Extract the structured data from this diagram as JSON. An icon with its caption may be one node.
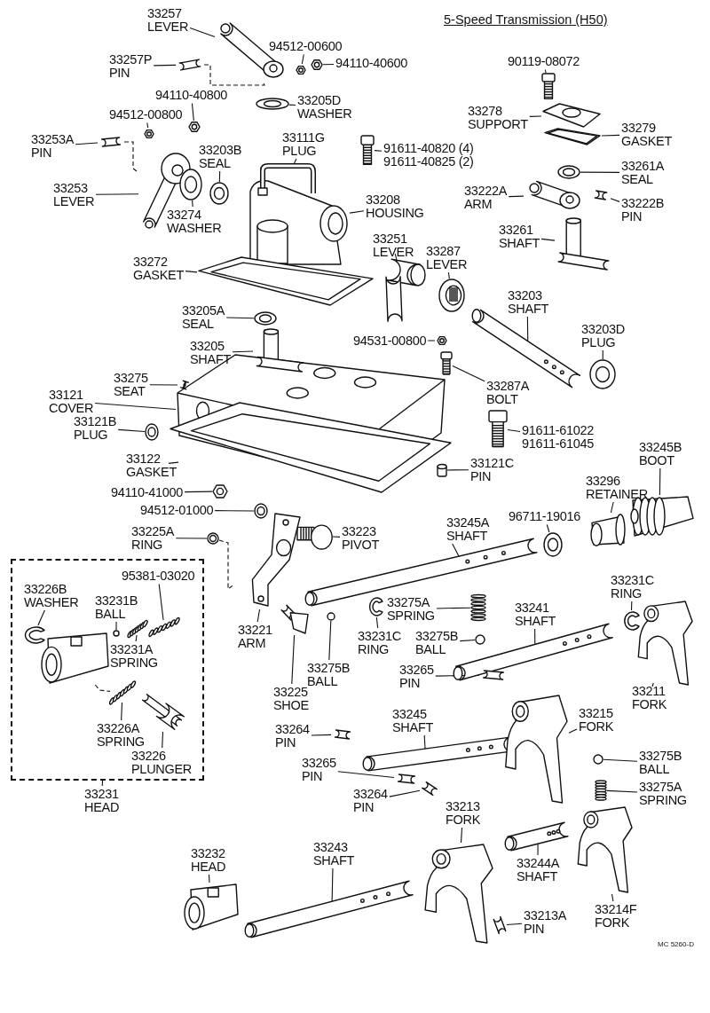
{
  "diagram": {
    "title": "5-Speed Transmission (H50)",
    "nodes": [
      {
        "text": [
          "33257",
          "LEVER"
        ]
      },
      {
        "text": [],
        "shape": "picture"
      },
      {
        "text": [
          "94512-00600"
        ]
      },
      {
        "text": [],
        "shape": "picture"
      },
      {
        "text": [
          "94110-40600"
        ]
      },
      {
        "text": [],
        "shape": "picture"
      },
      {
        "text": [
          "33257P",
          "PIN"
        ]
      },
      {
        "text": [],
        "shape": "picture"
      },
      {
        "text": [
          "94110-40800"
        ]
      },
      {
        "text": [],
        "shape": "picture"
      },
      {
        "text": [
          "33205D",
          "WASHER"
        ]
      },
      {
        "text": [],
        "shape": "picture"
      },
      {
        "text": [
          "94512-00800"
        ]
      },
      {
        "text": [],
        "shape": "picture"
      },
      {
        "text": [
          "33253A",
          "PIN"
        ]
      },
      {
        "text": [],
        "shape": "picture"
      },
      {
        "text": [
          "33111G",
          "PLUG"
        ]
      },
      {
        "text": [],
        "shape": "picture"
      },
      {
        "text": [
          "33203B",
          "SEAL"
        ]
      },
      {
        "text": [],
        "shape": "picture"
      },
      {
        "text": [
          "33253",
          "LEVER"
        ]
      },
      {
        "text": [],
        "shape": "picture"
      },
      {
        "text": [
          "33274",
          "WASHER"
        ]
      },
      {
        "text": [],
        "shape": "picture"
      },
      {
        "text": [
          "33208",
          "HOUSING"
        ]
      },
      {
        "text": [],
        "shape": "picture"
      },
      {
        "text": [
          "91611-40820 (4)",
          "91611-40825 (2)"
        ]
      },
      {
        "text": [],
        "shape": "picture"
      },
      {
        "text": [
          "33272",
          "GASKET"
        ]
      },
      {
        "text": [],
        "shape": "picture"
      },
      {
        "text": [
          "90119-08072"
        ]
      },
      {
        "text": [],
        "shape": "picture"
      },
      {
        "text": [
          "33278",
          "SUPPORT"
        ]
      },
      {
        "text": [],
        "shape": "picture"
      },
      {
        "text": [
          "33279",
          "GASKET"
        ]
      },
      {
        "text": [],
        "shape": "picture"
      },
      {
        "text": [
          "33261A",
          "SEAL"
        ]
      },
      {
        "text": [],
        "shape": "picture"
      },
      {
        "text": [
          "33222A",
          "ARM"
        ]
      },
      {
        "text": [],
        "shape": "picture"
      },
      {
        "text": [
          "33222B",
          "PIN"
        ]
      },
      {
        "text": [],
        "shape": "picture"
      },
      {
        "text": [
          "33261",
          "SHAFT"
        ]
      },
      {
        "text": [],
        "shape": "picture"
      },
      {
        "text": [
          "33251",
          "LEVER"
        ]
      },
      {
        "text": [],
        "shape": "picture"
      },
      {
        "text": [
          "33287",
          "LEVER"
        ]
      },
      {
        "text": [],
        "shape": "picture"
      },
      {
        "text": [
          "33203",
          "SHAFT"
        ]
      },
      {
        "text": [],
        "shape": "picture"
      },
      {
        "text": [
          "33203D",
          "PLUG"
        ]
      },
      {
        "text": [],
        "shape": "picture"
      },
      {
        "text": [
          "33205A",
          "SEAL"
        ]
      },
      {
        "text": [],
        "shape": "picture"
      },
      {
        "text": [
          "94531-00800"
        ]
      },
      {
        "text": [],
        "shape": "picture"
      },
      {
        "text": [
          "33205",
          "SHAFT"
        ]
      },
      {
        "text": [],
        "shape": "picture"
      },
      {
        "text": [
          "33287A",
          "BOLT"
        ]
      },
      {
        "text": [],
        "shape": "picture"
      },
      {
        "text": [
          "33275",
          "SEAT"
        ]
      },
      {
        "text": [],
        "shape": "picture"
      },
      {
        "text": [
          "33121",
          "COVER"
        ]
      },
      {
        "text": [],
        "shape": "picture"
      },
      {
        "text": [
          "33121B",
          "PLUG"
        ]
      },
      {
        "text": [],
        "shape": "picture"
      },
      {
        "text": [
          "91611-61022",
          "91611-61045"
        ]
      },
      {
        "text": [],
        "shape": "picture"
      },
      {
        "text": [
          "33122",
          "GASKET"
        ]
      },
      {
        "text": [],
        "shape": "picture"
      },
      {
        "text": [
          "33121C",
          "PIN"
        ]
      },
      {
        "text": [],
        "shape": "cylinder"
      },
      {
        "text": [
          "94110-41000"
        ]
      },
      {
        "text": [],
        "shape": "picture"
      },
      {
        "text": [
          "33245B",
          "BOOT"
        ]
      },
      {
        "text": [],
        "shape": "picture"
      },
      {
        "text": [
          "33296",
          "RETAINER"
        ]
      },
      {
        "text": [],
        "shape": "picture"
      },
      {
        "text": [
          "94512-01000"
        ]
      },
      {
        "text": [],
        "shape": "picture"
      },
      {
        "text": [
          "33245A",
          "SHAFT"
        ]
      },
      {
        "text": [],
        "shape": "picture"
      },
      {
        "text": [
          "96711-19016"
        ]
      },
      {
        "text": [],
        "shape": "picture"
      },
      {
        "text": [
          "33225A",
          "RING"
        ]
      },
      {
        "text": [],
        "shape": "picture"
      },
      {
        "text": [
          "33223",
          "PIVOT"
        ]
      },
      {
        "text": [],
        "shape": "picture"
      },
      {
        "text": [
          "33231",
          "HEAD"
        ]
      },
      {
        "text": [],
        "shape": "box"
      },
      {
        "text": [
          "95381-03020"
        ],
        "in": 89
      },
      {
        "text": [],
        "shape": "picture",
        "in": 89
      },
      {
        "text": [
          "33226B",
          "WASHER"
        ],
        "in": 89
      },
      {
        "text": [],
        "shape": "picture",
        "in": 89
      },
      {
        "text": [
          "33231B",
          "BALL"
        ],
        "in": 89
      },
      {
        "text": [],
        "shape": "circle",
        "in": 89
      },
      {
        "text": [
          "33231A",
          "SPRING"
        ],
        "in": 89
      },
      {
        "text": [],
        "shape": "picture",
        "in": 89
      },
      {
        "text": [
          "33226A",
          "SPRING"
        ],
        "in": 89
      },
      {
        "text": [],
        "shape": "picture",
        "in": 89
      },
      {
        "text": [
          "33226",
          "PLUNGER"
        ],
        "in": 89
      },
      {
        "text": [],
        "shape": "picture",
        "in": 89
      },
      {
        "text": [],
        "shape": "picture",
        "in": 89
      },
      {
        "text": [
          "33221",
          "ARM"
        ]
      },
      {
        "text": [],
        "shape": "picture"
      },
      {
        "text": [
          "33225",
          "SHOE"
        ]
      },
      {
        "text": [],
        "shape": "picture"
      },
      {
        "text": [
          "33275B",
          "BALL"
        ]
      },
      {
        "text": [],
        "shape": "circle"
      },
      {
        "text": [
          "33275A",
          "SPRING"
        ]
      },
      {
        "text": [],
        "shape": "picture"
      },
      {
        "text": [
          "33231C",
          "RING"
        ]
      },
      {
        "text": [],
        "shape": "picture"
      },
      {
        "text": [
          "33275B",
          "BALL"
        ]
      },
      {
        "text": [],
        "shape": "circle"
      },
      {
        "text": [
          "33241",
          "SHAFT"
        ]
      },
      {
        "text": [],
        "shape": "picture"
      },
      {
        "text": [
          "33231C",
          "RING"
        ]
      },
      {
        "text": [],
        "shape": "picture"
      },
      {
        "text": [
          "33265",
          "PIN"
        ]
      },
      {
        "text": [],
        "shape": "picture"
      },
      {
        "text": [
          "33211",
          "FORK"
        ]
      },
      {
        "text": [],
        "shape": "picture"
      },
      {
        "text": [
          "33245",
          "SHAFT"
        ]
      },
      {
        "text": [],
        "shape": "picture"
      },
      {
        "text": [
          "33215",
          "FORK"
        ]
      },
      {
        "text": [],
        "shape": "picture"
      },
      {
        "text": [
          "33264",
          "PIN"
        ]
      },
      {
        "text": [],
        "shape": "picture"
      },
      {
        "text": [
          "33265",
          "PIN"
        ]
      },
      {
        "text": [],
        "shape": "picture"
      },
      {
        "text": [
          "33275B",
          "BALL"
        ]
      },
      {
        "text": [],
        "shape": "circle"
      },
      {
        "text": [
          "33264",
          "PIN"
        ]
      },
      {
        "text": [],
        "shape": "picture"
      },
      {
        "text": [
          "33275A",
          "SPRING"
        ]
      },
      {
        "text": [],
        "shape": "picture"
      },
      {
        "text": [
          "33213",
          "FORK"
        ]
      },
      {
        "text": [],
        "shape": "picture"
      },
      {
        "text": [
          "33232",
          "HEAD"
        ]
      },
      {
        "text": [],
        "shape": "picture"
      },
      {
        "text": [
          "33243",
          "SHAFT"
        ]
      },
      {
        "text": [],
        "shape": "picture"
      },
      {
        "text": [
          "33244A",
          "SHAFT"
        ]
      },
      {
        "text": [],
        "shape": "picture"
      },
      {
        "text": [
          "33214F",
          "FORK"
        ]
      },
      {
        "text": [],
        "shape": "picture"
      },
      {
        "text": [
          "33213A",
          "PIN"
        ]
      },
      {
        "text": [],
        "shape": "picture"
      }
    ],
    "edges": [
      {
        "from": 0,
        "to": 1,
        "arrow": "none"
      },
      {
        "from": 2,
        "to": 3,
        "arrow": "none"
      },
      {
        "from": 4,
        "to": 5,
        "arrow": "none"
      },
      {
        "from": 6,
        "to": 7,
        "arrow": "none"
      },
      {
        "from": 8,
        "to": 9,
        "arrow": "none"
      },
      {
        "from": 10,
        "to": 11,
        "arrow": "none"
      },
      {
        "from": 12,
        "to": 13,
        "arrow": "none"
      },
      {
        "from": 14,
        "to": 15,
        "arrow": "none"
      },
      {
        "from": 16,
        "to": 17,
        "arrow": "none"
      },
      {
        "from": 18,
        "to": 19,
        "arrow": "none"
      },
      {
        "from": 20,
        "to": 21,
        "arrow": "none"
      },
      {
        "from": 22,
        "to": 23,
        "arrow": "none"
      },
      {
        "from": 24,
        "to": 25,
        "arrow": "none"
      },
      {
        "from": 26,
        "to": 27,
        "arrow": "none"
      },
      {
        "from": 28,
        "to": 29,
        "arrow": "none"
      },
      {
        "from": 30,
        "to": 31,
        "arrow": "none"
      },
      {
        "from": 32,
        "to": 33,
        "arrow": "none"
      },
      {
        "from": 34,
        "to": 35,
        "arrow": "none"
      },
      {
        "from": 36,
        "to": 37,
        "arrow": "none"
      },
      {
        "from": 38,
        "to": 39,
        "arrow": "none"
      },
      {
        "from": 40,
        "to": 41,
        "arrow": "none"
      },
      {
        "from": 42,
        "to": 43,
        "arrow": "none"
      },
      {
        "from": 44,
        "to": 45,
        "arrow": "none"
      },
      {
        "from": 46,
        "to": 47,
        "arrow": "none"
      },
      {
        "from": 48,
        "to": 49,
        "arrow": "none"
      },
      {
        "from": 50,
        "to": 51,
        "arrow": "none"
      },
      {
        "from": 52,
        "to": 53,
        "arrow": "none"
      },
      {
        "from": 54,
        "to": 55,
        "arrow": "none"
      },
      {
        "from": 56,
        "to": 57,
        "arrow": "none"
      },
      {
        "from": 58,
        "to": 59,
        "arrow": "none"
      },
      {
        "from": 60,
        "to": 61,
        "arrow": "none"
      },
      {
        "from": 62,
        "to": 63,
        "arrow": "none"
      },
      {
        "from": 64,
        "to": 65,
        "arrow": "none"
      },
      {
        "from": 66,
        "to": 67,
        "arrow": "none"
      },
      {
        "from": 68,
        "to": 69,
        "arrow": "none"
      },
      {
        "from": 70,
        "to": 71,
        "arrow": "none"
      },
      {
        "from": 72,
        "to": 73,
        "arrow": "none"
      },
      {
        "from": 74,
        "to": 75,
        "arrow": "none"
      },
      {
        "from": 76,
        "to": 77,
        "arrow": "none"
      },
      {
        "from": 78,
        "to": 79,
        "arrow": "none"
      },
      {
        "from": 80,
        "to": 81,
        "arrow": "none"
      },
      {
        "from": 82,
        "to": 83,
        "arrow": "none"
      },
      {
        "from": 84,
        "to": 85,
        "arrow": "none"
      },
      {
        "from": 86,
        "to": 87,
        "arrow": "none"
      },
      {
        "from": 88,
        "to": 89,
        "arrow": "none"
      },
      {
        "from": 90,
        "to": 91,
        "arrow": "none"
      },
      {
        "from": 92,
        "to": 93,
        "arrow": "none"
      },
      {
        "from": 94,
        "to": 95,
        "arrow": "none"
      },
      {
        "from": 96,
        "to": 97,
        "arrow": "none"
      },
      {
        "from": 98,
        "to": 99,
        "arrow": "none"
      },
      {
        "from": 100,
        "to": 101,
        "arrow": "none"
      },
      {
        "from": 103,
        "to": 104,
        "arrow": "none"
      },
      {
        "from": 105,
        "to": 106,
        "arrow": "none"
      },
      {
        "from": 107,
        "to": 108,
        "arrow": "none"
      },
      {
        "from": 109,
        "to": 110,
        "arrow": "none"
      },
      {
        "from": 111,
        "to": 112,
        "arrow": "none"
      },
      {
        "from": 113,
        "to": 114,
        "arrow": "none"
      },
      {
        "from": 115,
        "to": 116,
        "arrow": "none"
      },
      {
        "from": 117,
        "to": 118,
        "arrow": "none"
      },
      {
        "from": 119,
        "to": 120,
        "arrow": "none"
      },
      {
        "from": 121,
        "to": 122,
        "arrow": "none"
      },
      {
        "from": 123,
        "to": 124,
        "arrow": "none"
      },
      {
        "from": 125,
        "to": 126,
        "arrow": "none"
      },
      {
        "from": 127,
        "to": 128,
        "arrow": "none"
      },
      {
        "from": 129,
        "to": 130,
        "arrow": "none"
      },
      {
        "from": 131,
        "to": 132,
        "arrow": "none"
      },
      {
        "from": 133,
        "to": 134,
        "arrow": "none"
      },
      {
        "from": 135,
        "to": 136,
        "arrow": "none"
      },
      {
        "from": 137,
        "to": 138,
        "arrow": "none"
      },
      {
        "from": 139,
        "to": 140,
        "arrow": "none"
      },
      {
        "from": 141,
        "to": 142,
        "arrow": "none"
      },
      {
        "from": 143,
        "to": 144,
        "arrow": "none"
      },
      {
        "from": 145,
        "to": 146,
        "arrow": "none"
      },
      {
        "from": 147,
        "to": 148,
        "arrow": "none"
      },
      {
        "from": 7,
        "to": 1,
        "arrow": "none",
        "style": "dashed"
      },
      {
        "from": 15,
        "to": 21,
        "arrow": "none",
        "style": "dashed"
      },
      {
        "from": 85,
        "to": 104,
        "arrow": "none",
        "style": "dashed"
      },
      {
        "from": 102,
        "to": 99,
        "arrow": "none",
        "style": "dashed"
      }
    ],
    "labels": [
      "MC 5260-D"
    ]
  }
}
